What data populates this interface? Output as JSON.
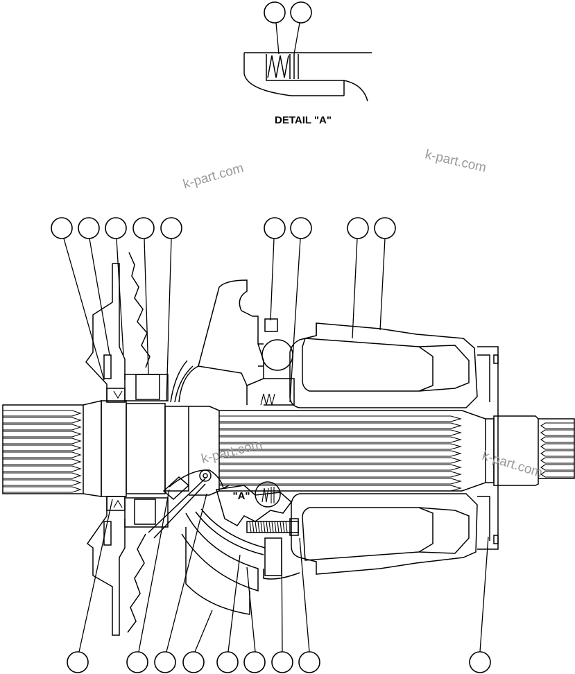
{
  "detail_title": "DETAIL \"A\"",
  "detail_marker": "\"A\"",
  "watermarks": [
    "k-part.com",
    "k-part.com",
    "k-part.com",
    "k-part.com"
  ],
  "colors": {
    "line": "#000000",
    "background": "#ffffff",
    "watermark": "#9a9a9a"
  }
}
